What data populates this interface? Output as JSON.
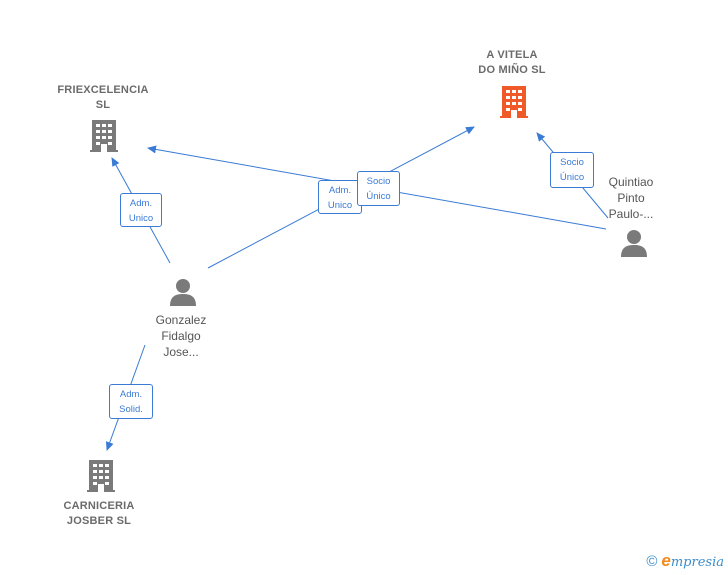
{
  "nodes": {
    "a_vitela": {
      "label": "A VITELA\nDO MIÑO  SL",
      "type": "company",
      "color": "#f05a28"
    },
    "friexcelencia": {
      "label": "FRIEXCELENCIA\nSL",
      "type": "company",
      "color": "#7a7a7a"
    },
    "carniceria": {
      "label": "CARNICERIA\nJOSBER  SL",
      "type": "company",
      "color": "#7a7a7a"
    },
    "gonzalez": {
      "label": "Gonzalez\nFidalgo\nJose...",
      "type": "person",
      "color": "#7a7a7a"
    },
    "quintiao": {
      "label": "Quintiao\nPinto\nPaulo-...",
      "type": "person",
      "color": "#7a7a7a"
    }
  },
  "edges": {
    "gonzalez_friex": {
      "label": "Adm.\nUnico"
    },
    "gonzalez_vitela": {
      "label": "Adm.\nUnico"
    },
    "quintiao_friex": {
      "label": "Socio\nÚnico"
    },
    "quintiao_vitela": {
      "label": "Socio\nÚnico"
    },
    "gonzalez_carniceria": {
      "label": "Adm.\nSolid."
    }
  },
  "colors": {
    "edge": "#3a7bd5",
    "highlight_company": "#f05a28",
    "icon": "#7a7a7a"
  },
  "footer": {
    "copyright": "©",
    "brand_initial": "e",
    "brand_rest": "mpresia"
  }
}
